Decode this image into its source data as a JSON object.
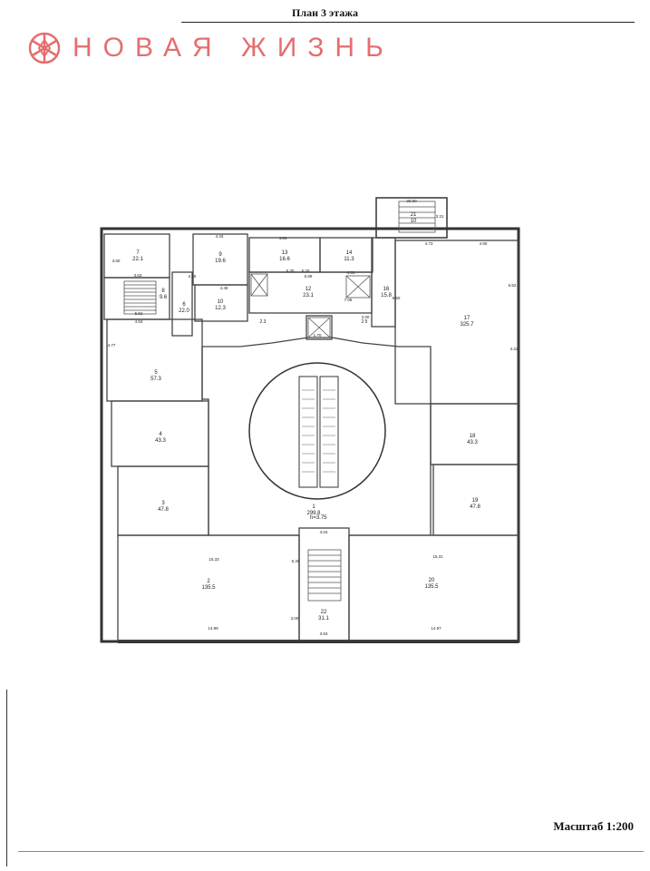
{
  "header": {
    "title": "План 3 этажа"
  },
  "brand": {
    "name": "НОВАЯ ЖИЗНЬ",
    "logo_icon": "sun-ornament-icon",
    "color": "#e46f70"
  },
  "footer": {
    "scale": "Масштаб 1:200"
  },
  "plan": {
    "rooms": [
      {
        "id": "room-1",
        "num": "1",
        "area": "299.8"
      },
      {
        "id": "room-2",
        "num": "2",
        "area": "135.5"
      },
      {
        "id": "room-3",
        "num": "3",
        "area": "47.8"
      },
      {
        "id": "room-4",
        "num": "4",
        "area": "43.3"
      },
      {
        "id": "room-5",
        "num": "5",
        "area": "57.3"
      },
      {
        "id": "room-6",
        "num": "6",
        "area": "22.0"
      },
      {
        "id": "room-7",
        "num": "7",
        "area": "22.1"
      },
      {
        "id": "room-8",
        "num": "8",
        "area": "9.6"
      },
      {
        "id": "room-9",
        "num": "9",
        "area": "19.6"
      },
      {
        "id": "room-10",
        "num": "10",
        "area": "12.3"
      },
      {
        "id": "room-12",
        "num": "12",
        "area": "23.1"
      },
      {
        "id": "room-13",
        "num": "13",
        "area": "16.6"
      },
      {
        "id": "room-14",
        "num": "14",
        "area": "11.3"
      },
      {
        "id": "room-16",
        "num": "16",
        "area": "15.8"
      },
      {
        "id": "room-17",
        "num": "17",
        "area": "325.7"
      },
      {
        "id": "room-18",
        "num": "18",
        "area": "43.3"
      },
      {
        "id": "room-19",
        "num": "19",
        "area": "47.8"
      },
      {
        "id": "room-20",
        "num": "20",
        "area": "135.5"
      },
      {
        "id": "room-21",
        "num": "21",
        "area": "10"
      },
      {
        "id": "room-22",
        "num": "22",
        "area": "31.1"
      }
    ],
    "small_areas": [
      "2.3",
      "2.5"
    ],
    "dimensions": [
      "4.43",
      "3.60",
      "3.63",
      "5.52",
      "4.53",
      "4.84",
      "5.89",
      "4.31",
      "6.30",
      "6.20",
      "4.48",
      "7.06",
      "4.73",
      "4.90",
      "6.52",
      "9.50",
      "15.33",
      "14.99",
      "15.31",
      "14.97",
      "3.63",
      "4.04",
      "5.30",
      "3.00",
      "20.00",
      "1.70",
      "2.00",
      "3.31",
      "4.77",
      "4.22",
      "2.15"
    ],
    "height_label": "h=3.75"
  }
}
